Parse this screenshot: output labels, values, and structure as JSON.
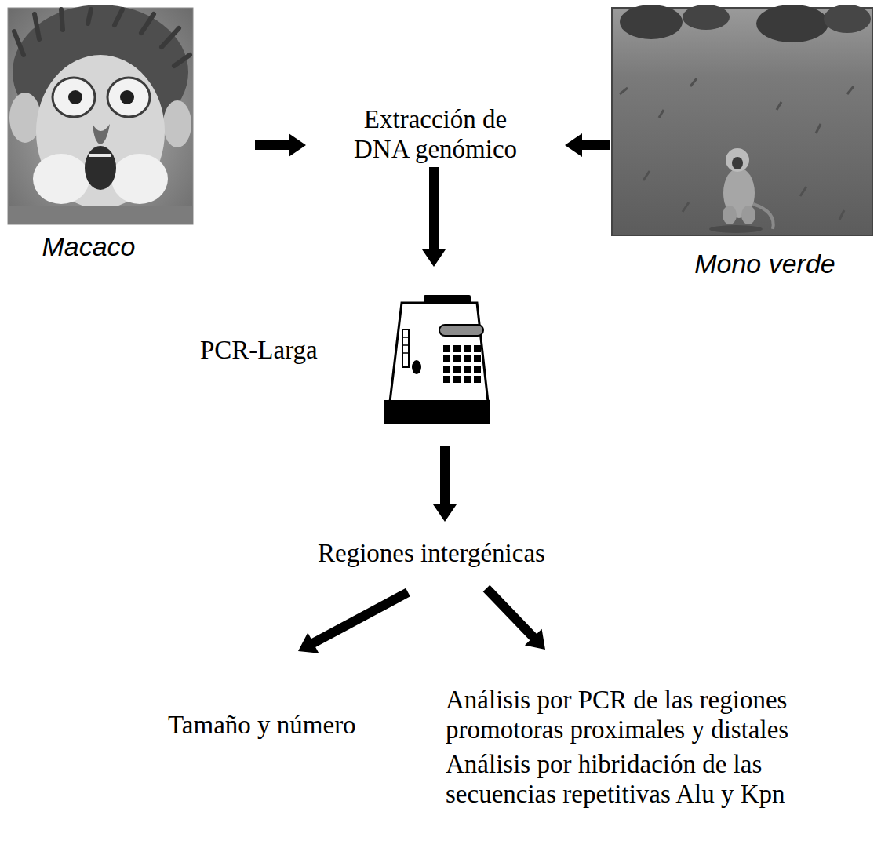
{
  "diagram": {
    "nodes": [
      {
        "text": [
          "Macaco"
        ]
      },
      {
        "text": [
          "Extracción de DNA genómico"
        ]
      },
      {
        "text": [
          "Mono verde"
        ]
      },
      {
        "text": [
          "PCR-Larga"
        ]
      },
      {
        "text": [
          "Regiones intergénicas"
        ]
      },
      {
        "text": [
          "Tamaño y número"
        ]
      },
      {
        "text": [
          "Análisis por PCR de las regiones promotoras proximales y distales",
          "Análisis por hibridación de las secuencias repetitivas Alu y Kpn"
        ]
      }
    ],
    "edges": [
      {
        "from": 0,
        "to": 1,
        "arrow": "to"
      },
      {
        "from": 2,
        "to": 1,
        "arrow": "to"
      },
      {
        "from": 1,
        "to": 3,
        "arrow": "to"
      },
      {
        "from": 3,
        "to": 4,
        "arrow": "to"
      },
      {
        "from": 4,
        "to": 5,
        "arrow": "to"
      },
      {
        "from": 4,
        "to": 6,
        "arrow": "to"
      }
    ]
  }
}
